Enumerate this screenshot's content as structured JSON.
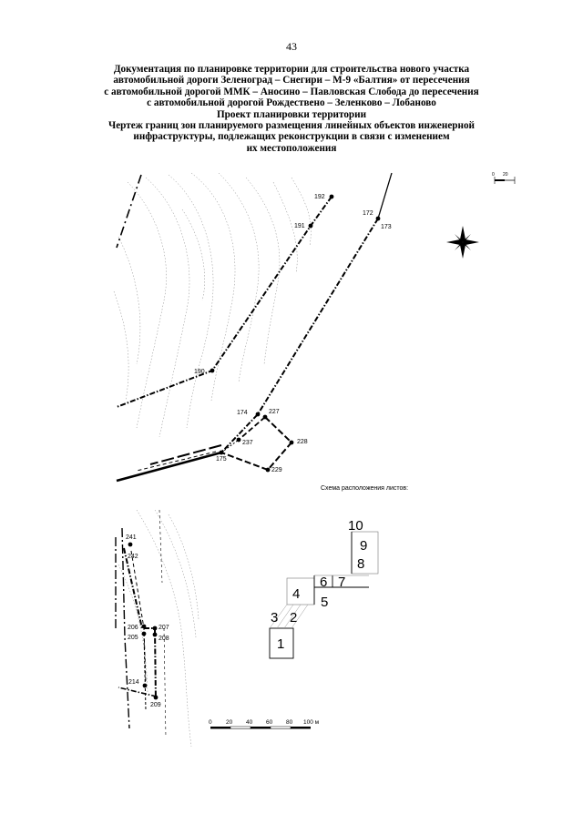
{
  "page_number": "43",
  "title_lines": [
    "Документация по планировке территории для строительства нового участка",
    "автомобильной дороги Зеленоград – Снегири – М-9 «Балтия» от пересечения",
    "с автомобильной дорогой ММК – Аносино – Павловская Слобода до пересечения",
    "с автомобильной дорогой Рождествено – Зеленково – Лобаново",
    "Проект планировки территории",
    "Чертеж границ зон планируемого размещения линейных объектов инженерной",
    "инфраструктуры, подлежащих реконструкции в связи с изменением",
    "их местоположения"
  ],
  "corner_scale": {
    "zero": "0",
    "end": "20"
  },
  "map_points": {
    "p192": "192",
    "p191": "191",
    "p172": "172",
    "p173": "173",
    "p190": "190",
    "p174": "174",
    "p227": "227",
    "p237": "237",
    "p228": "228",
    "p175": "175",
    "p229": "229",
    "p241": "241",
    "p242": "242",
    "p206": "206",
    "p207": "207",
    "p205": "205",
    "p208": "208",
    "p214": "214",
    "p209": "209"
  },
  "scheme": {
    "caption": "Схема расположения листов:",
    "sheets": {
      "s1": "1",
      "s2": "2",
      "s3": "3",
      "s4": "4",
      "s5": "5",
      "s6": "6",
      "s7": "7",
      "s8": "8",
      "s9": "9",
      "s10": "10"
    }
  },
  "scale_bar": {
    "ticks": [
      "0",
      "20",
      "40",
      "60",
      "80",
      "100 м"
    ]
  },
  "colors": {
    "ink": "#000000",
    "contour": "#8a8a8a"
  }
}
